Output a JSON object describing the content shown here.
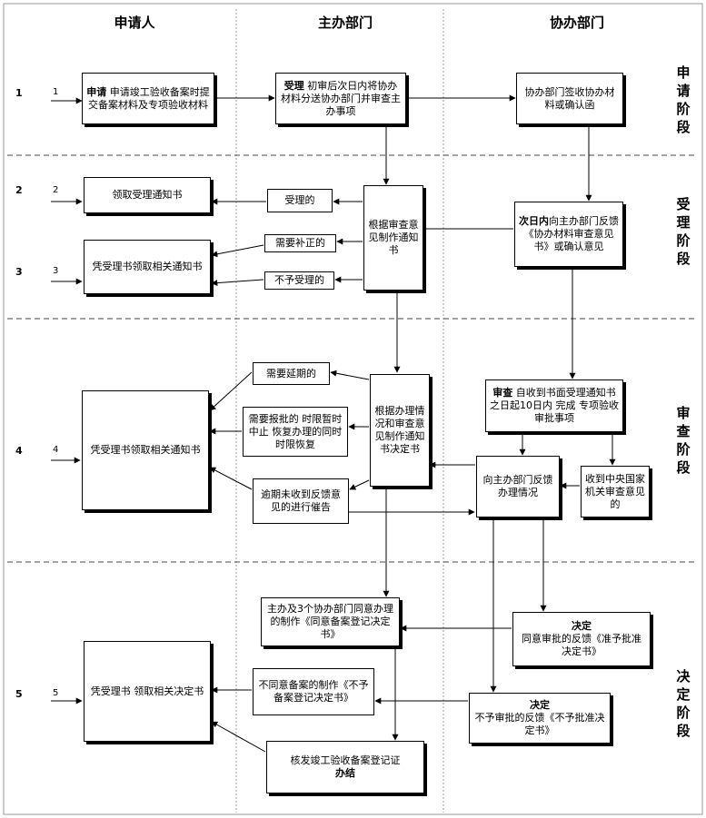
{
  "columns": {
    "applicant": "申请人",
    "host_dept": "主办部门",
    "assist_dept": "协办部门"
  },
  "stages": {
    "application": "申请阶段",
    "acceptance": "受理阶段",
    "review": "审查阶段",
    "decision": "决定阶段"
  },
  "row_numbers": [
    "1",
    "2",
    "3",
    "4",
    "5"
  ],
  "nodes": {
    "apply_bold": "申请",
    "apply_text": "申请竣工验收备案时提交备案材料及专项验收材料",
    "accept_bold": "受理",
    "accept_text": "初审后次日内将协办材料分送协办部门并审查主办事项",
    "assist_sign": "协办部门签收协办材料或确认函",
    "get_notice": "领取受理通知书",
    "accepted_label": "受理的",
    "make_notice": "根据审查意见制作通知书",
    "assist_next_day_bold": "次日内",
    "assist_next_day_text": "向主办部门反馈《协办材料审查意见书》或确认意见",
    "get_related_notice_3": "凭受理书领取相关通知书",
    "need_supplement": "需要补正的",
    "not_accepted": "不予受理的",
    "need_extension": "需要延期的",
    "need_approval_pause": "需要报批的 时限暂时中止 恢复办理的同时时限恢复",
    "overdue_urge": "逾期未收到反馈意见的进行催告",
    "get_related_notice_4": "凭受理书领取相关通知书",
    "make_decision_doc": "根据办理情况和审查意见制作通知书决定书",
    "review_bold": "审查",
    "review_text": "自收到书面受理通知书之日起10日内 完成 专项验收审批事项",
    "feedback_host": "向主办部门反馈办理情况",
    "central_review": "收到中央国家机关审查意见的",
    "agree_record": "主办及3个协办部门同意办理的制作《同意备案登记决定书》",
    "decision_bold_1": "决定",
    "decision_agree": "同意审批的反馈《准予批准决定书》",
    "get_decision": "凭受理书 领取相关决定书",
    "disagree_record": "不同意备案的制作《不予备案登记决定书》",
    "decision_bold_2": "决定",
    "decision_disagree": "不予审批的反馈《不予批准决定书》",
    "issue_cert": "核发竣工验收备案登记证",
    "done": "办结"
  }
}
